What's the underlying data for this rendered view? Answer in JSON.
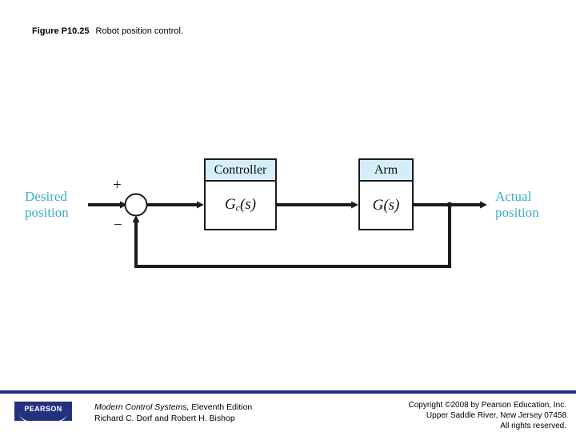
{
  "figure": {
    "label": "Figure P10.25",
    "caption": "Robot position control."
  },
  "diagram": {
    "type": "control-block-diagram",
    "input_label_line1": "Desired",
    "input_label_line2": "position",
    "output_label_line1": "Actual",
    "output_label_line2": "position",
    "summing_junction": {
      "plus_sign": "+",
      "minus_sign": "−"
    },
    "blocks": [
      {
        "id": "controller",
        "header": "Controller",
        "transfer_function_base": "G",
        "transfer_function_sub": "c",
        "transfer_function_arg": "(s)"
      },
      {
        "id": "arm",
        "header": "Arm",
        "transfer_function_base": "G",
        "transfer_function_sub": "",
        "transfer_function_arg": "(s)"
      }
    ],
    "colors": {
      "signal_label": "#3fa9cc",
      "block_header_fill": "#d5edf9",
      "line": "#1b1b1b"
    }
  },
  "footer": {
    "logo_text": "PEARSON",
    "book_title": "Modern Control Systems,",
    "book_edition": " Eleventh Edition",
    "authors": "Richard C. Dorf and Robert H. Bishop",
    "copyright_line1": "Copyright ©2008 by Pearson Education, Inc.",
    "copyright_line2": "Upper Saddle River, New Jersey 07458",
    "copyright_line3": "All rights reserved."
  }
}
